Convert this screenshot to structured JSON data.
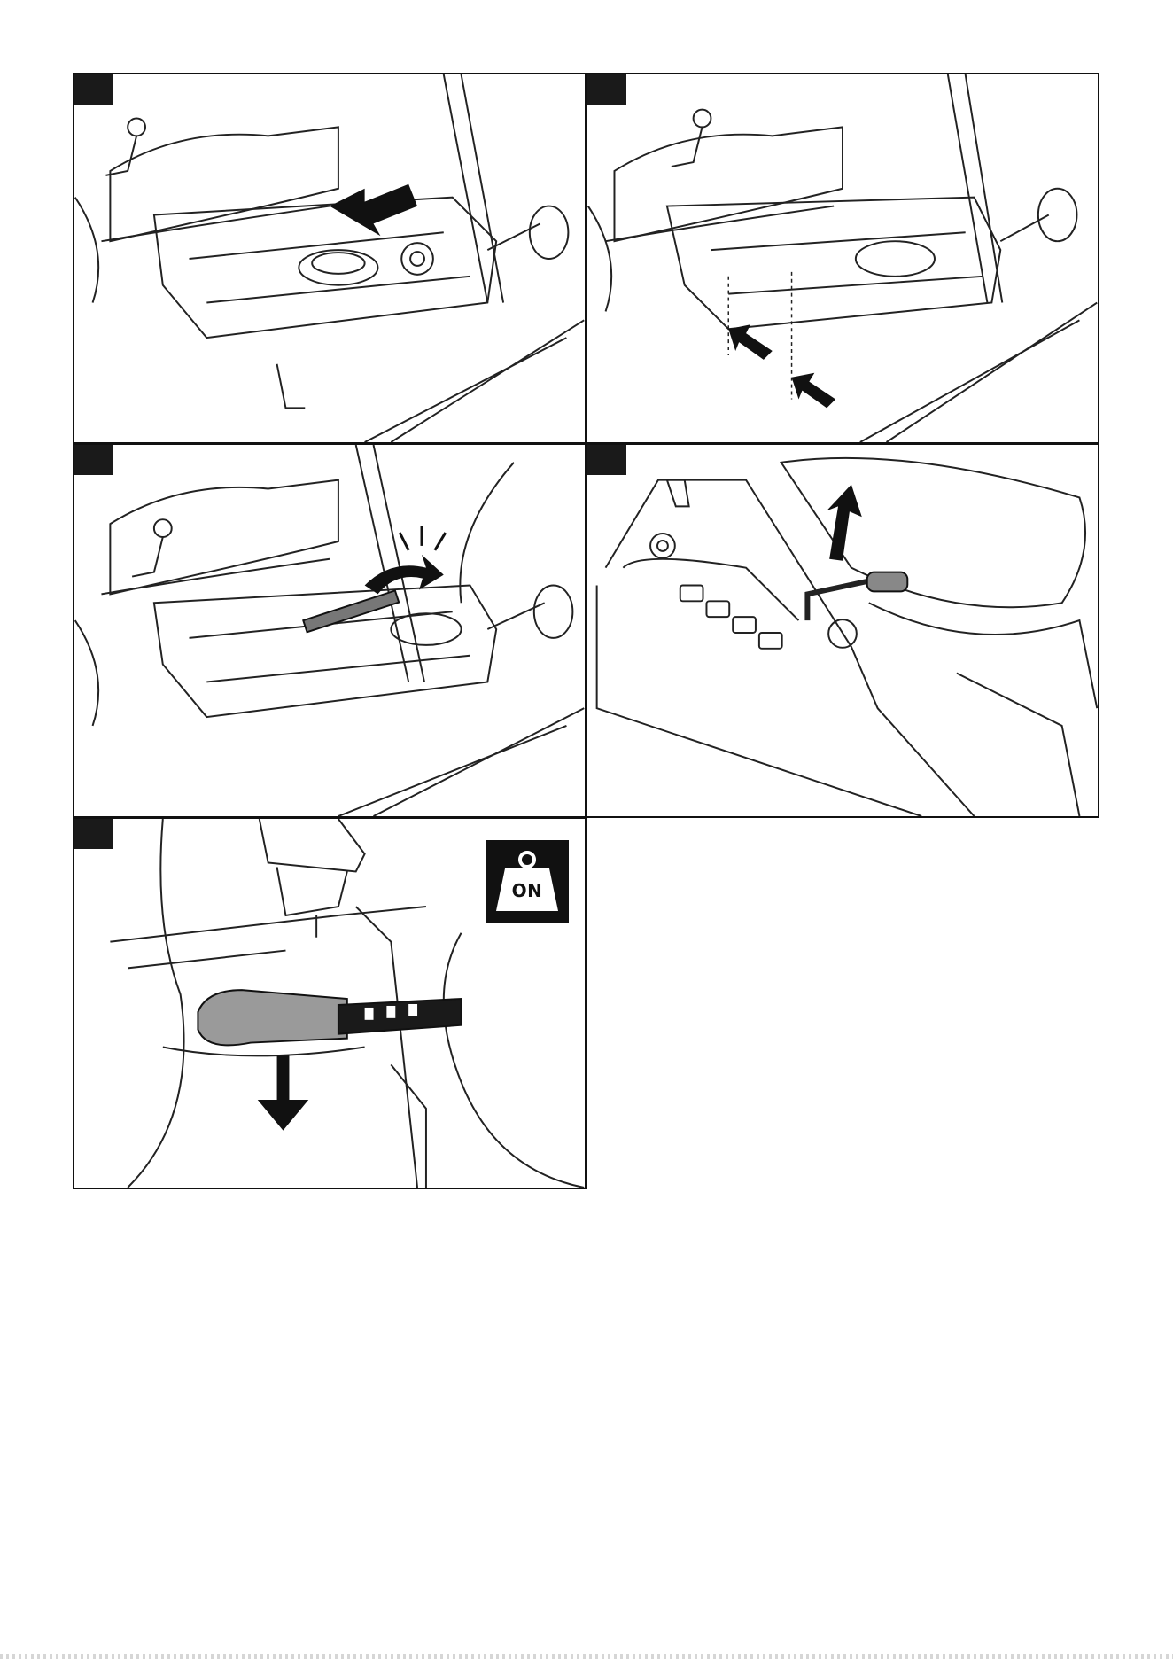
{
  "panels": [
    {
      "id": "step-1"
    },
    {
      "id": "step-2"
    },
    {
      "id": "step-3"
    },
    {
      "id": "step-4"
    },
    {
      "id": "step-5",
      "badge_text": "ON"
    }
  ],
  "icons": [
    "push-arrow-icon",
    "double-arrow-icon",
    "click-sound-icon",
    "lift-arrow-icon",
    "down-arrow-icon",
    "weight-on-icon"
  ]
}
